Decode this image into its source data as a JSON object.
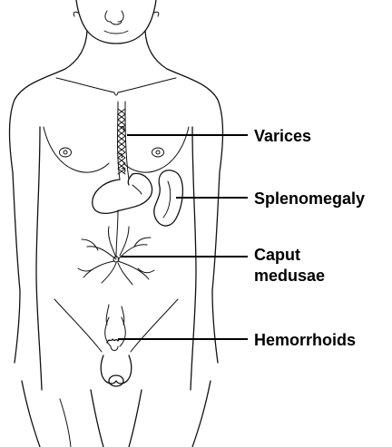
{
  "labels": {
    "varices": "Varices",
    "splenomegaly": "Splenomegaly",
    "caput_line1": "Caput",
    "caput_line2": "medusae",
    "hemorrhoids": "Hemorrhoids"
  }
}
